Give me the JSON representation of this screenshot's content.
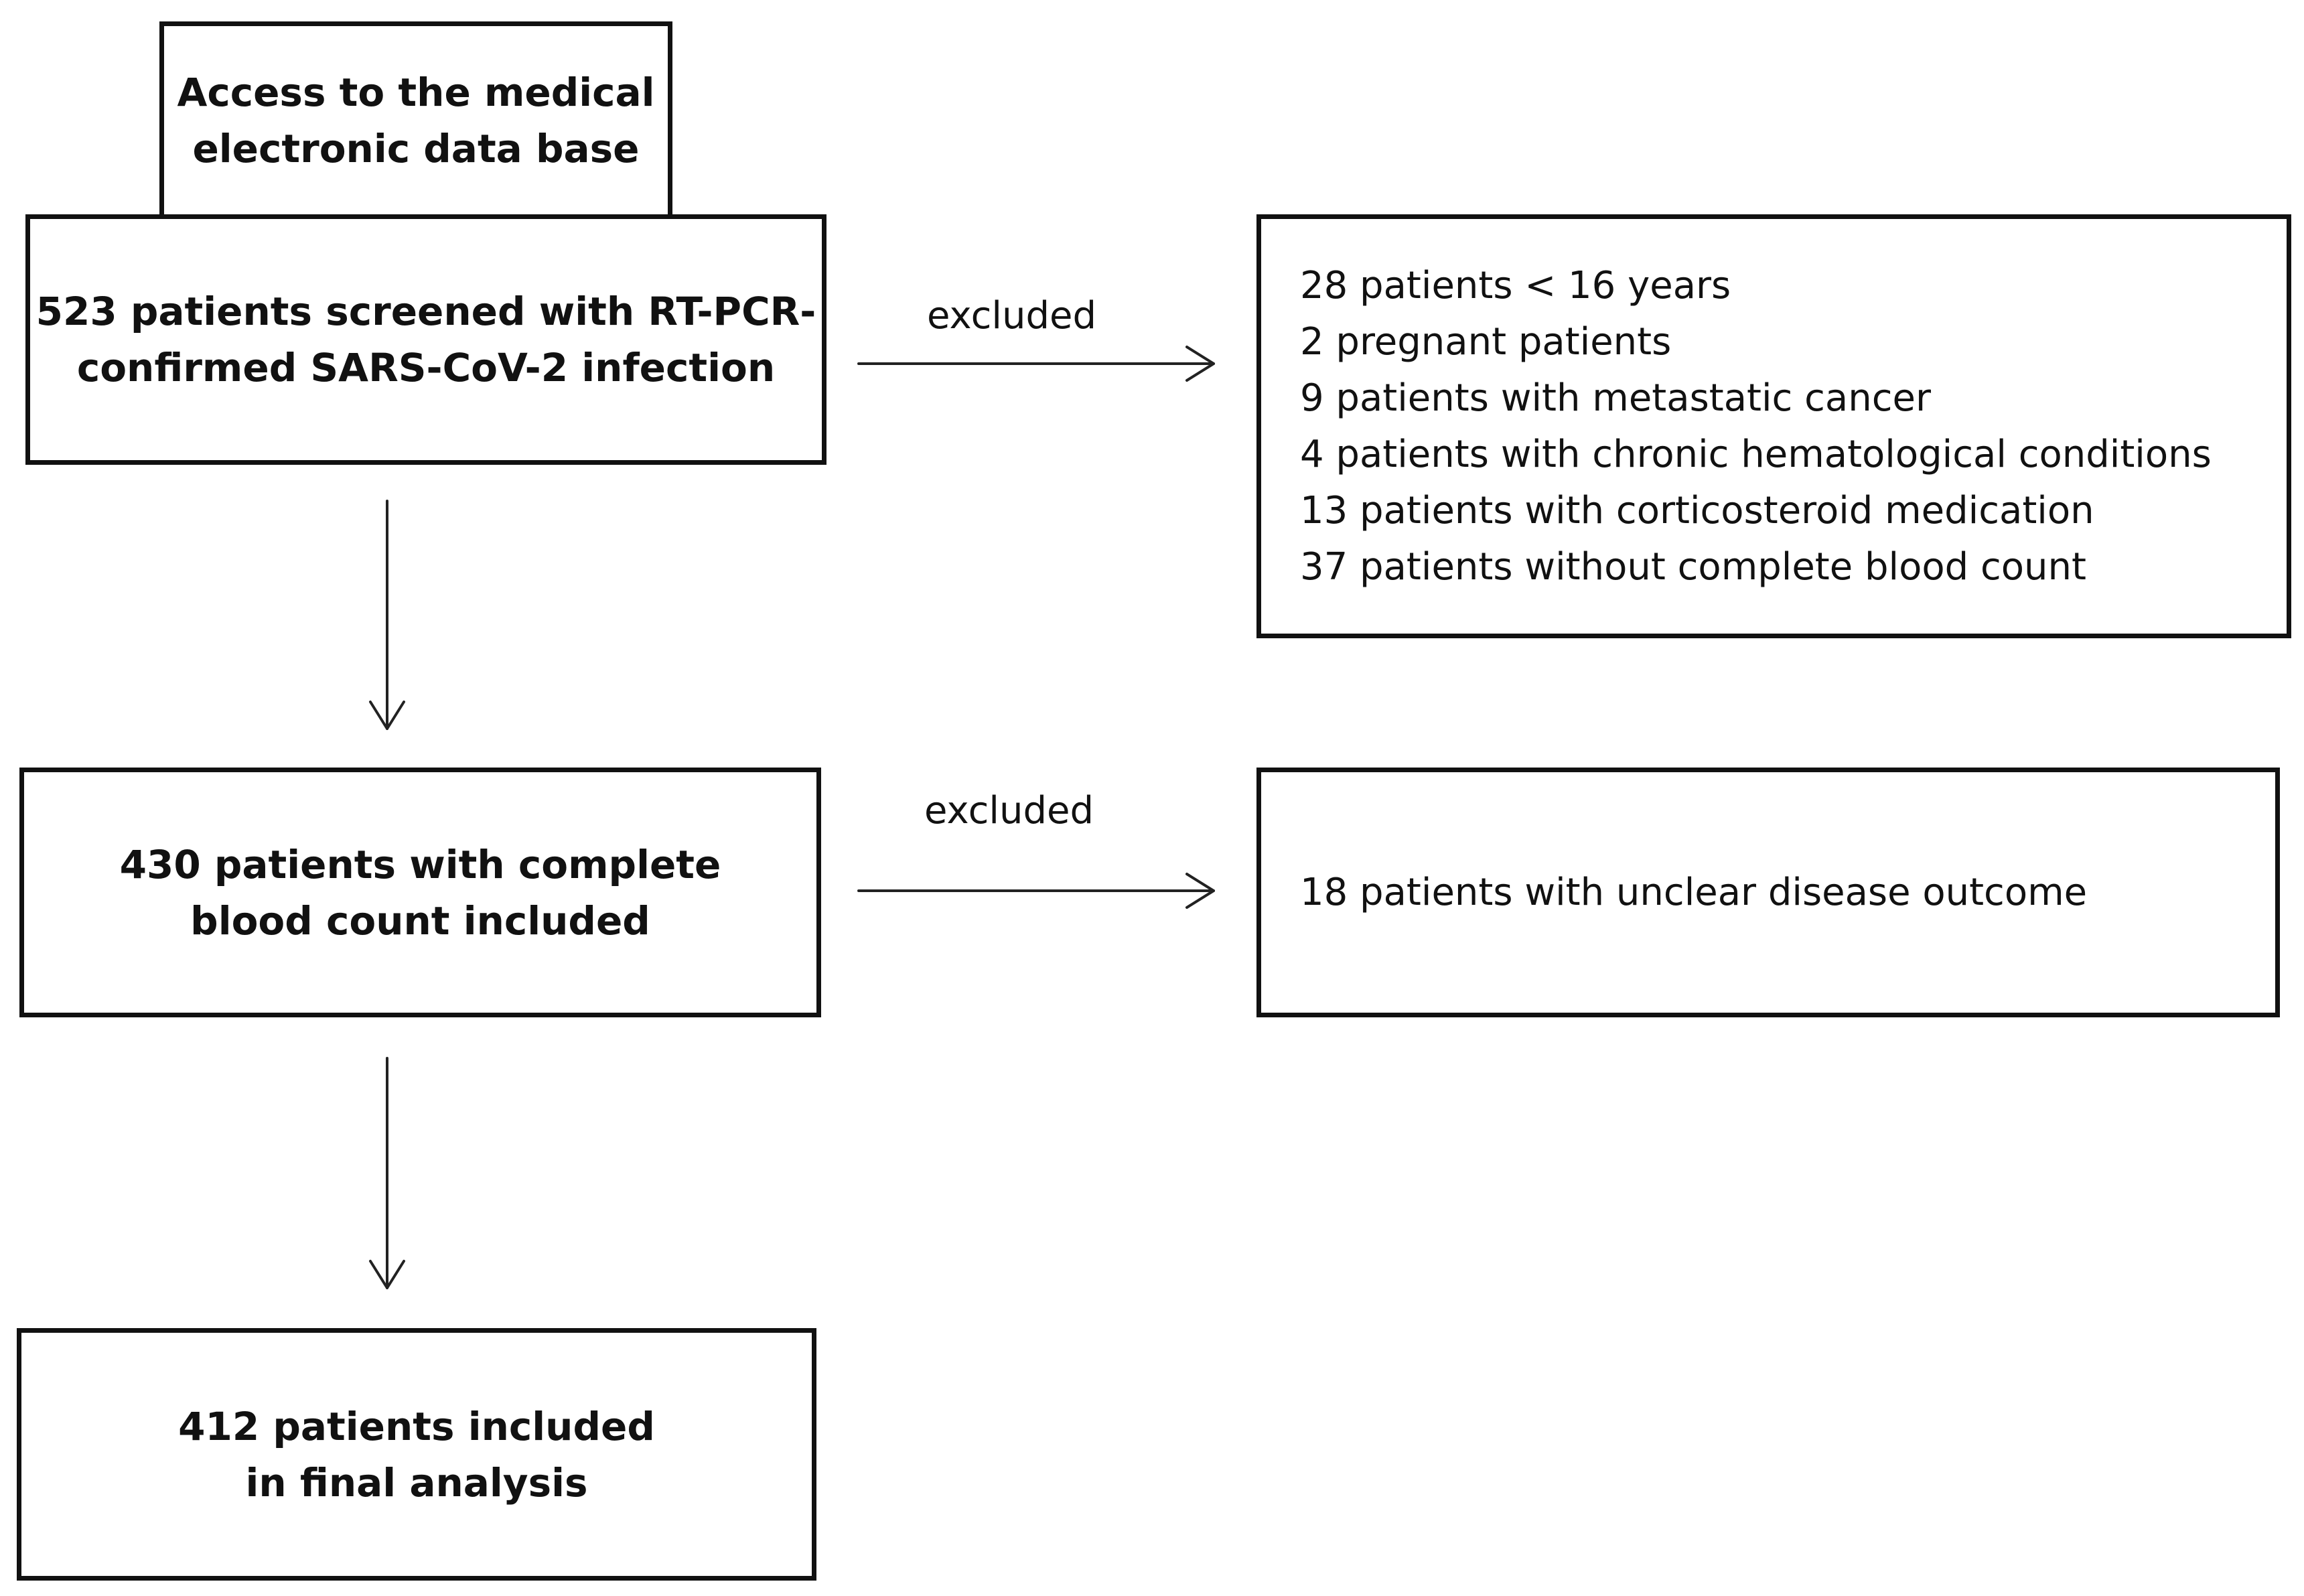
{
  "flowchart": {
    "boxes": {
      "access": {
        "text": "Access to the medical\nelectronic data base"
      },
      "screened": {
        "text": "523 patients screened with RT-PCR-\nconfirmed SARS-CoV-2 infection"
      },
      "excluded_first": {
        "items": [
          "28 patients < 16 years",
          "2 pregnant patients",
          "9 patients with metastatic cancer",
          "4 patients with chronic hematological conditions",
          "13 patients with corticosteroid medication",
          "37 patients without complete blood count"
        ]
      },
      "included_cbc": {
        "text": "430 patients with complete\nblood count included"
      },
      "excluded_second": {
        "items": [
          "18 patients with unclear disease outcome"
        ]
      },
      "final": {
        "text": "412 patients included\nin final analysis"
      }
    },
    "edge_labels": {
      "first_exclusion": "excluded",
      "second_exclusion": "excluded"
    }
  }
}
